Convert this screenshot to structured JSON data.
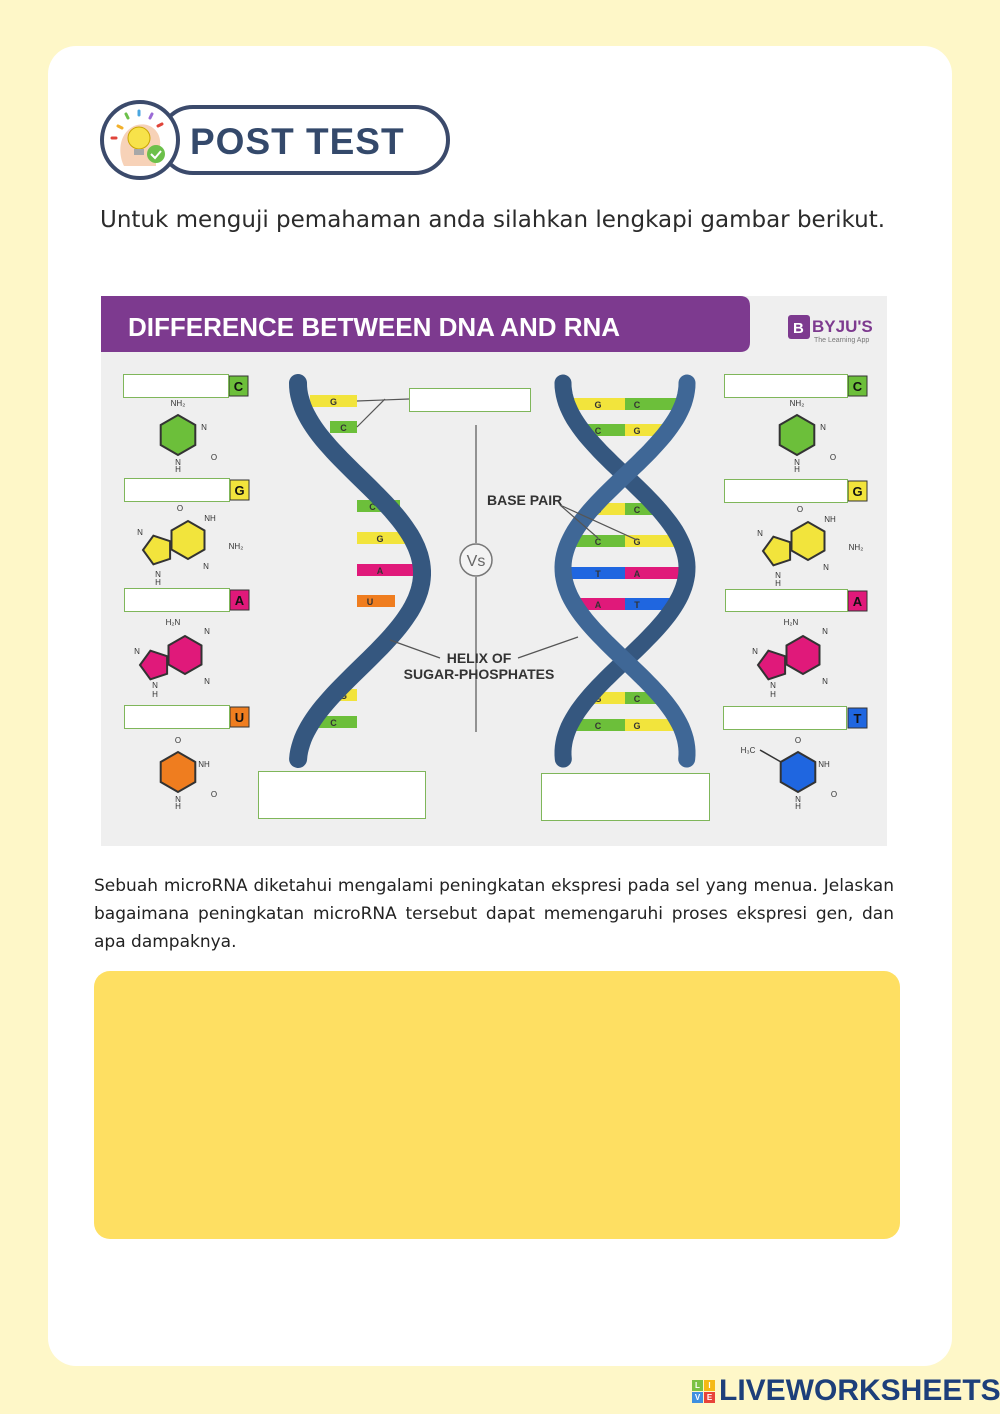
{
  "header": {
    "title": "POST TEST",
    "icon": "lightbulb-head-icon"
  },
  "intro": "Untuk menguji pemahaman anda silahkan lengkapi gambar berikut.",
  "diagram": {
    "title": "DIFFERENCE BETWEEN DNA AND RNA",
    "brand": "BYJU'S",
    "brand_tagline": "The Learning App",
    "brand_letter": "B",
    "vs": "Vs",
    "base_pair": "BASE PAIR",
    "helix_line1": "HELIX OF",
    "helix_line2": "SUGAR-PHOSPHATES",
    "colors": {
      "C": "#6cbf3a",
      "G": "#f2e43c",
      "A": "#e0197a",
      "U": "#ef7d1f",
      "T": "#1f66e0",
      "helix": "#35577f",
      "header": "#7d3a8f"
    },
    "left_molecules": [
      {
        "letter": "C",
        "answer": "",
        "atoms": [
          "NH₂",
          "N",
          "O",
          "N",
          "H"
        ]
      },
      {
        "letter": "G",
        "answer": "",
        "atoms": [
          "O",
          "NH",
          "NH₂",
          "N",
          "N",
          "N",
          "H"
        ]
      },
      {
        "letter": "A",
        "answer": "",
        "atoms": [
          "H₂N",
          "N",
          "N",
          "N",
          "N",
          "H"
        ]
      },
      {
        "letter": "U",
        "answer": "",
        "atoms": [
          "O",
          "NH",
          "O",
          "N",
          "H"
        ]
      }
    ],
    "right_molecules": [
      {
        "letter": "C",
        "answer": "",
        "atoms": [
          "NH₂",
          "N",
          "O",
          "N",
          "H"
        ]
      },
      {
        "letter": "G",
        "answer": "",
        "atoms": [
          "O",
          "NH",
          "NH₂",
          "N",
          "N",
          "N",
          "H"
        ]
      },
      {
        "letter": "A",
        "answer": "",
        "atoms": [
          "H₂N",
          "N",
          "N",
          "N",
          "N",
          "H"
        ]
      },
      {
        "letter": "T",
        "answer": "",
        "atoms": [
          "O",
          "NH",
          "O",
          "N",
          "H",
          "H₃C"
        ]
      }
    ],
    "rna_bases": [
      "G",
      "C",
      "C",
      "G",
      "A",
      "U",
      "G",
      "C"
    ],
    "dna_pairs": [
      [
        "G",
        "C"
      ],
      [
        "C",
        "G"
      ],
      [
        "G",
        "C"
      ],
      [
        "C",
        "G"
      ],
      [
        "T",
        "A"
      ],
      [
        "A",
        "T"
      ],
      [
        "G",
        "C"
      ],
      [
        "C",
        "G"
      ]
    ],
    "top_answer": "",
    "rna_name_answer": "",
    "dna_name_answer": ""
  },
  "question": "Sebuah microRNA diketahui mengalami peningkatan ekspresi pada sel yang menua. Jelaskan bagaimana peningkatan microRNA tersebut dapat memengaruhi proses ekspresi gen, dan apa dampaknya.",
  "answer": "",
  "footer": {
    "logo_letters": [
      "L",
      "I",
      "V",
      "E"
    ],
    "logo_text": "LIVEWORKSHEETS"
  }
}
